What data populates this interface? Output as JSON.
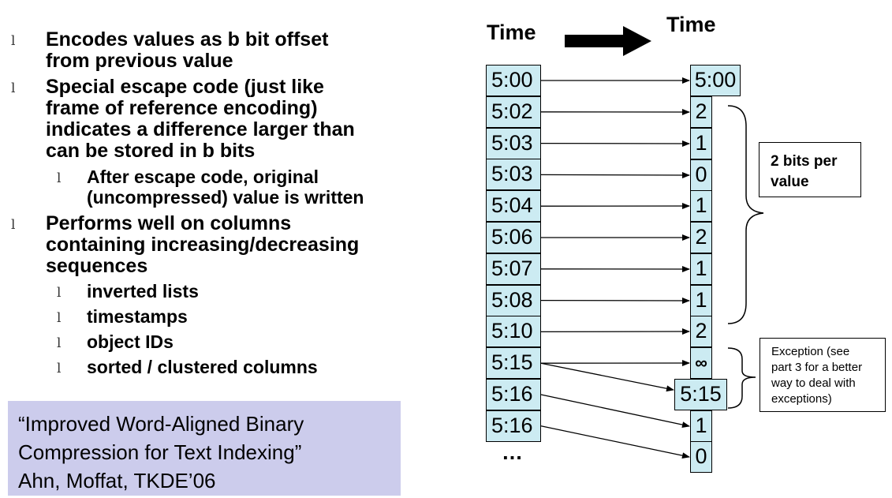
{
  "bullets": [
    {
      "level": 1,
      "lines": [
        "Encodes values as b bit offset",
        "from previous value"
      ]
    },
    {
      "level": 1,
      "lines": [
        "Special escape code (just like",
        "frame of reference encoding)",
        "indicates a difference larger than",
        "can be stored in b bits"
      ]
    },
    {
      "level": 2,
      "lines": [
        "After escape code, original",
        "(uncompressed) value is written"
      ]
    },
    {
      "level": 1,
      "lines": [
        "Performs well on columns",
        "containing increasing/decreasing",
        "sequences"
      ]
    },
    {
      "level": 2,
      "lines": [
        "inverted lists"
      ]
    },
    {
      "level": 2,
      "lines": [
        "timestamps"
      ]
    },
    {
      "level": 2,
      "lines": [
        "object IDs"
      ]
    },
    {
      "level": 2,
      "lines": [
        "sorted / clustered columns"
      ]
    }
  ],
  "bullet_glyph": "l",
  "citation": {
    "lines": [
      "“Improved Word-Aligned Binary",
      "Compression for Text Indexing”",
      "Ahn, Moffat, TKDE’06"
    ],
    "background": "#ccccec"
  },
  "diagram": {
    "left_header": "Time",
    "right_header": "Time",
    "left_values": [
      "5:00",
      "5:02",
      "5:03",
      "5:03",
      "5:04",
      "5:06",
      "5:07",
      "5:08",
      "5:10",
      "5:15",
      "5:16",
      "5:16"
    ],
    "ellipsis": "…",
    "right_values": [
      "5:00",
      "2",
      "1",
      "0",
      "1",
      "2",
      "1",
      "1",
      "2",
      "∞",
      "5:15",
      "1",
      "0"
    ],
    "bits_note": "2 bits per value",
    "bits_note_lines": [
      "2 bits per",
      "value"
    ],
    "exception_note_lines": [
      "Exception (see",
      "part 3 for a better",
      "way to deal with",
      "exceptions)"
    ],
    "cell_color": "#ccebf2"
  }
}
